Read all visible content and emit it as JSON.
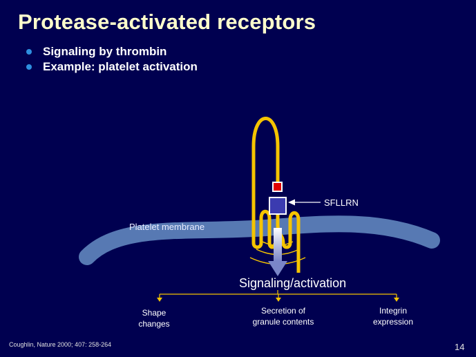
{
  "slide": {
    "title": "Protease-activated receptors",
    "bullets": [
      "Signaling by thrombin",
      "Example: platelet activation"
    ],
    "citation": "Coughlin, Nature 2000; 407: 258-264",
    "page_number": "14"
  },
  "diagram": {
    "ligand_label": "SFLLRN",
    "membrane_label": "Platelet membrane",
    "signal_label": "Signaling/activation",
    "outputs": [
      {
        "line1": "Shape",
        "line2": "changes"
      },
      {
        "line1": "Secretion of",
        "line2": "granule contents"
      },
      {
        "line1": "Integrin",
        "line2": "expression"
      }
    ]
  },
  "colors": {
    "background": "#000050",
    "title": "#ffffcc",
    "bullet": "#2e8fe0",
    "receptor": "#f5c400",
    "membrane": "#5c7fb8",
    "tethered_ligand": "#3b3bb0",
    "cleavage_site": "#e00000"
  }
}
